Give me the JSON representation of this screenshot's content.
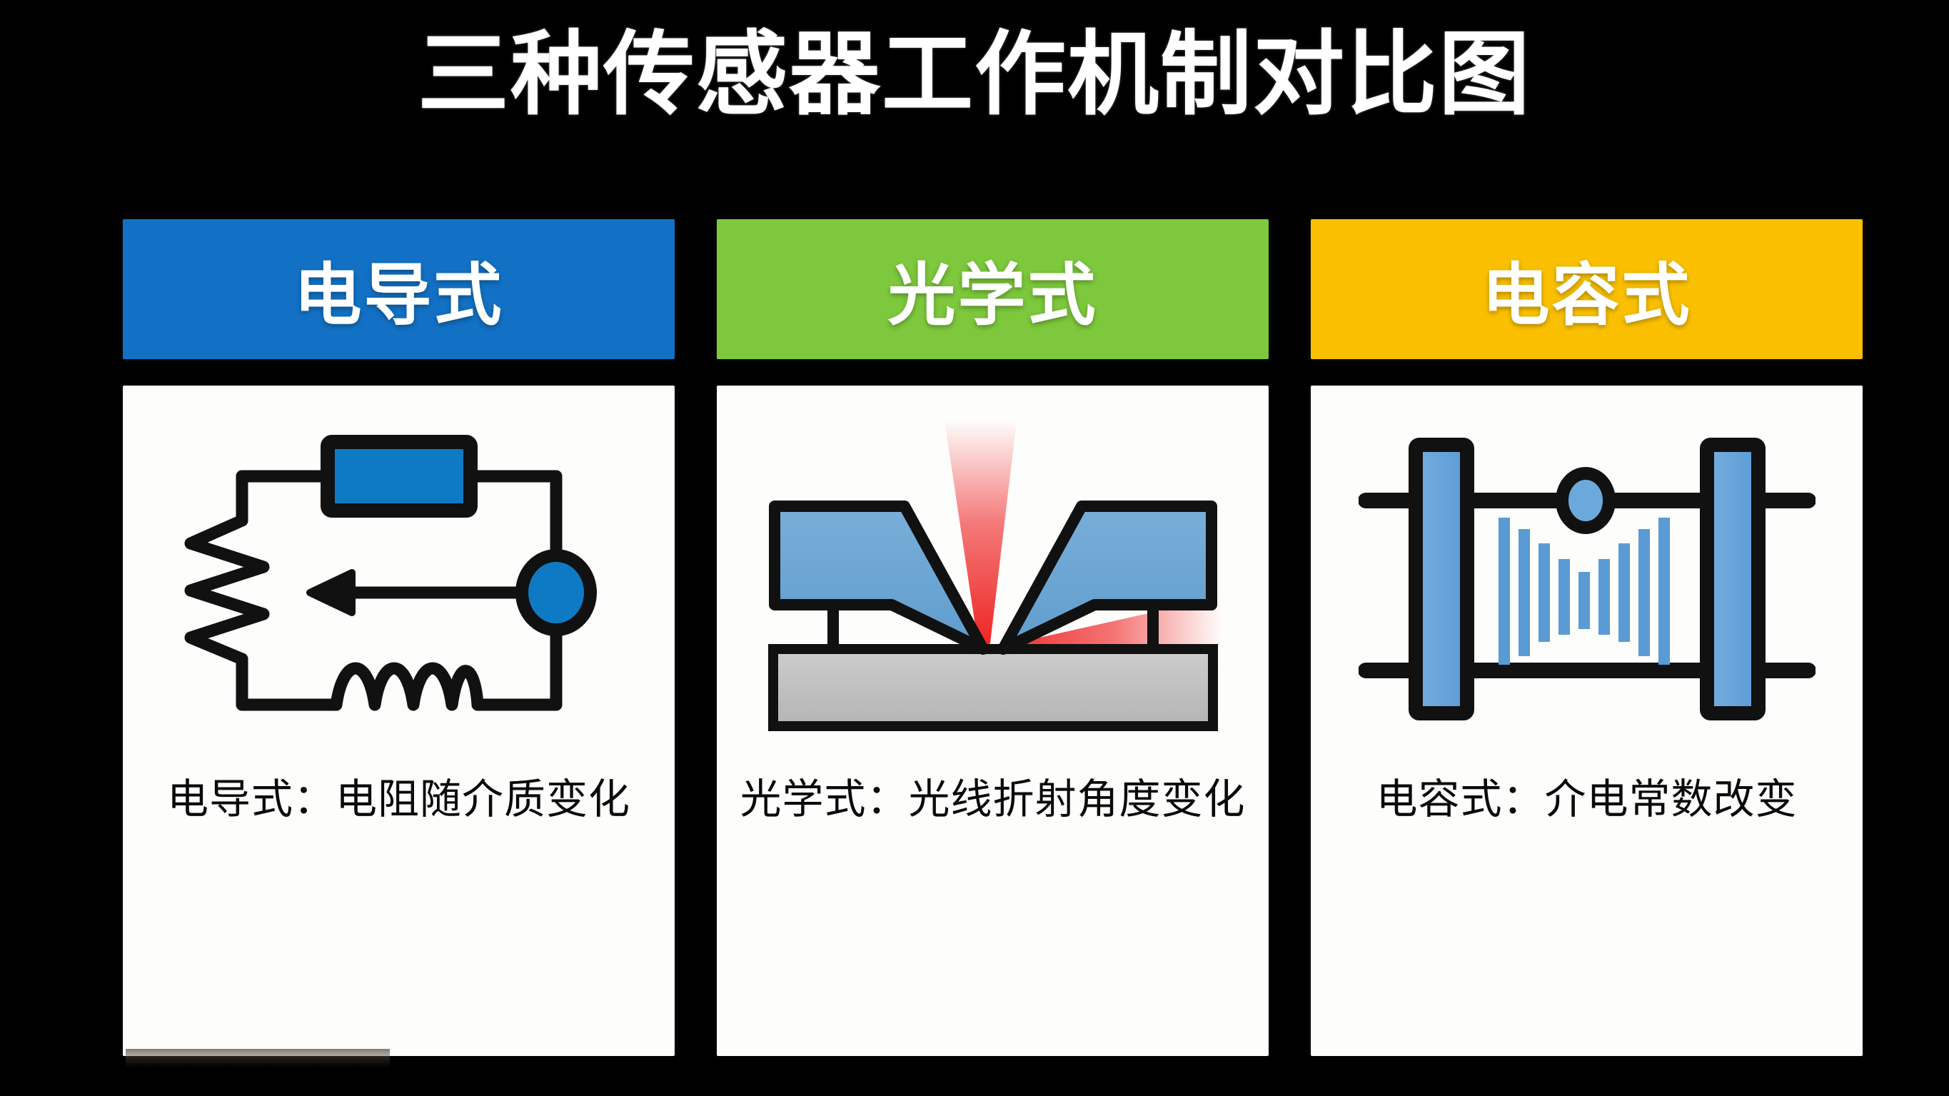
{
  "title": "三种传感器工作机制对比图",
  "background_color": "#000000",
  "panels": [
    {
      "id": "conductive",
      "header_label": "电导式",
      "header_color": "#1271c4",
      "header_text_color": "#ffffff",
      "caption": "电导式：电阻随介质变化",
      "figure_name": "conductive-circuit-diagram",
      "figure_parts": {
        "sensor_block": "blue-rectangle-component",
        "resistor": "zigzag-resistor",
        "inductor": "coil-inductor",
        "current_arrow": "left-pointing-current-arrow",
        "node": "blue-circle-node"
      },
      "accent_color": "#0f7ac4",
      "stroke_color": "#111111"
    },
    {
      "id": "optical",
      "header_label": "光学式",
      "header_color": "#7dc83c",
      "header_text_color": "#ffffff",
      "caption": "光学式：光线折射角度变化",
      "figure_name": "optical-refraction-diagram",
      "figure_parts": {
        "left_prism": "blue-trapezoid-left",
        "right_prism": "blue-trapezoid-right",
        "substrate": "gray-substrate-base",
        "incident_beam": "red-incident-beam-from-top",
        "refracted_beam": "red-refracted-beam-to-right"
      },
      "accent_color": "#6ba3d6",
      "beam_color": "#ee2222",
      "substrate_color": "#c0c0c0",
      "stroke_color": "#111111"
    },
    {
      "id": "capacitive",
      "header_label": "电容式",
      "header_color": "#fac000",
      "header_text_color": "#ffffff",
      "caption": "电容式：介电常数改变",
      "figure_name": "capacitive-plates-diagram",
      "figure_parts": {
        "left_plate": "blue-capacitor-plate-left",
        "right_plate": "blue-capacitor-plate-right",
        "top_lead": "horizontal-top-lead-wire",
        "bottom_lead": "horizontal-bottom-lead-wire",
        "node": "blue-circle-node",
        "field_bars": "dielectric-field-bars"
      },
      "accent_color": "#5ba3dd",
      "stroke_color": "#111111",
      "field_bar_heights": [
        34,
        30,
        25,
        19,
        14,
        19,
        25,
        30,
        34
      ]
    }
  ]
}
